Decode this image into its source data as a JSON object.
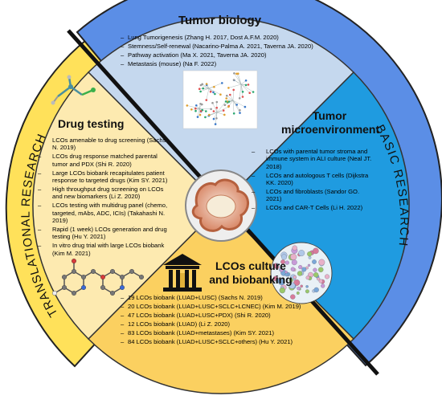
{
  "sections": {
    "tumor_biology": {
      "title": "Tumor biology",
      "items": [
        "Lung Tumorigenesis (Zhang H. 2017, Dost A.F.M. 2020)",
        "Stemness/Self-renewal (Nacarino-Palma A. 2021, Taverna JA. 2020)",
        "Pathway activation (Ma X. 2021, Taverna JA. 2020)",
        "Metastasis (mouse) (Na F. 2022)"
      ]
    },
    "tumor_microenvironment": {
      "title_line1": "Tumor",
      "title_line2": "microenvironment",
      "items": [
        "LCOs with parental tumor stroma and immune system in ALI culture (Neal JT. 2018)",
        "LCOs and autologous T cells (Dijkstra KK. 2020)",
        "LCOs and fibroblasts (Sandor GO. 2021)",
        "LCOs and CAR-T Cells (Li H. 2022)"
      ]
    },
    "drug_testing": {
      "title": "Drug testing",
      "items": [
        "LCOs amenable to drug screening (Sachs N. 2019)",
        "LCOs drug response matched parental tumor and PDX (Shi R. 2020)",
        "Large LCOs biobank recapitulates patient response to targeted drugs (Kim SY. 2021)",
        "High throughput drug screening on LCOs and new biomarkers (Li Z. 2020)",
        "LCOs testing with multidrug panel (chemo, targeted, mAbs, ADC, ICIs) (Takahashi N. 2019)",
        "Rapid (1 week) LCOs generation and drug testing (Hu Y. 2021)",
        "In vitro drug trial with large LCOs biobank (Kim M. 2021)"
      ]
    },
    "lcos_culture": {
      "title_line1": "LCOs culture",
      "title_line2": "and biobanking",
      "items": [
        "19 LCOs biobank (LUAD+LUSC) (Sachs N. 2019)",
        "20 LCOs biobank (LUAD+LUSC+SCLC+LCNEC) (Kim M. 2019)",
        "47 LCOs biobank (LUAD+LUSC+PDX) (Shi R. 2020)",
        "12 LCOs biobank (LUAD) (Li Z. 2020)",
        "83 LCOs biobank (LUAD+metastases) (Kim SY. 2021)",
        "84 LCOs biobank (LUAD+LUSC+SCLC+others) (Hu Y. 2021)"
      ]
    }
  },
  "arcs": {
    "translational": "TRANSLATIONAL RESEARCH",
    "basic": "BASIC RESEARCH"
  },
  "colors": {
    "tumor_biology": "#c5d8ee",
    "tumor_microenvironment": "#1f9be0",
    "drug_testing": "#fdeab0",
    "lcos_culture": "#fbd060",
    "arc_yellow": "#ffe15a",
    "arc_blue": "#5b8ee6"
  }
}
